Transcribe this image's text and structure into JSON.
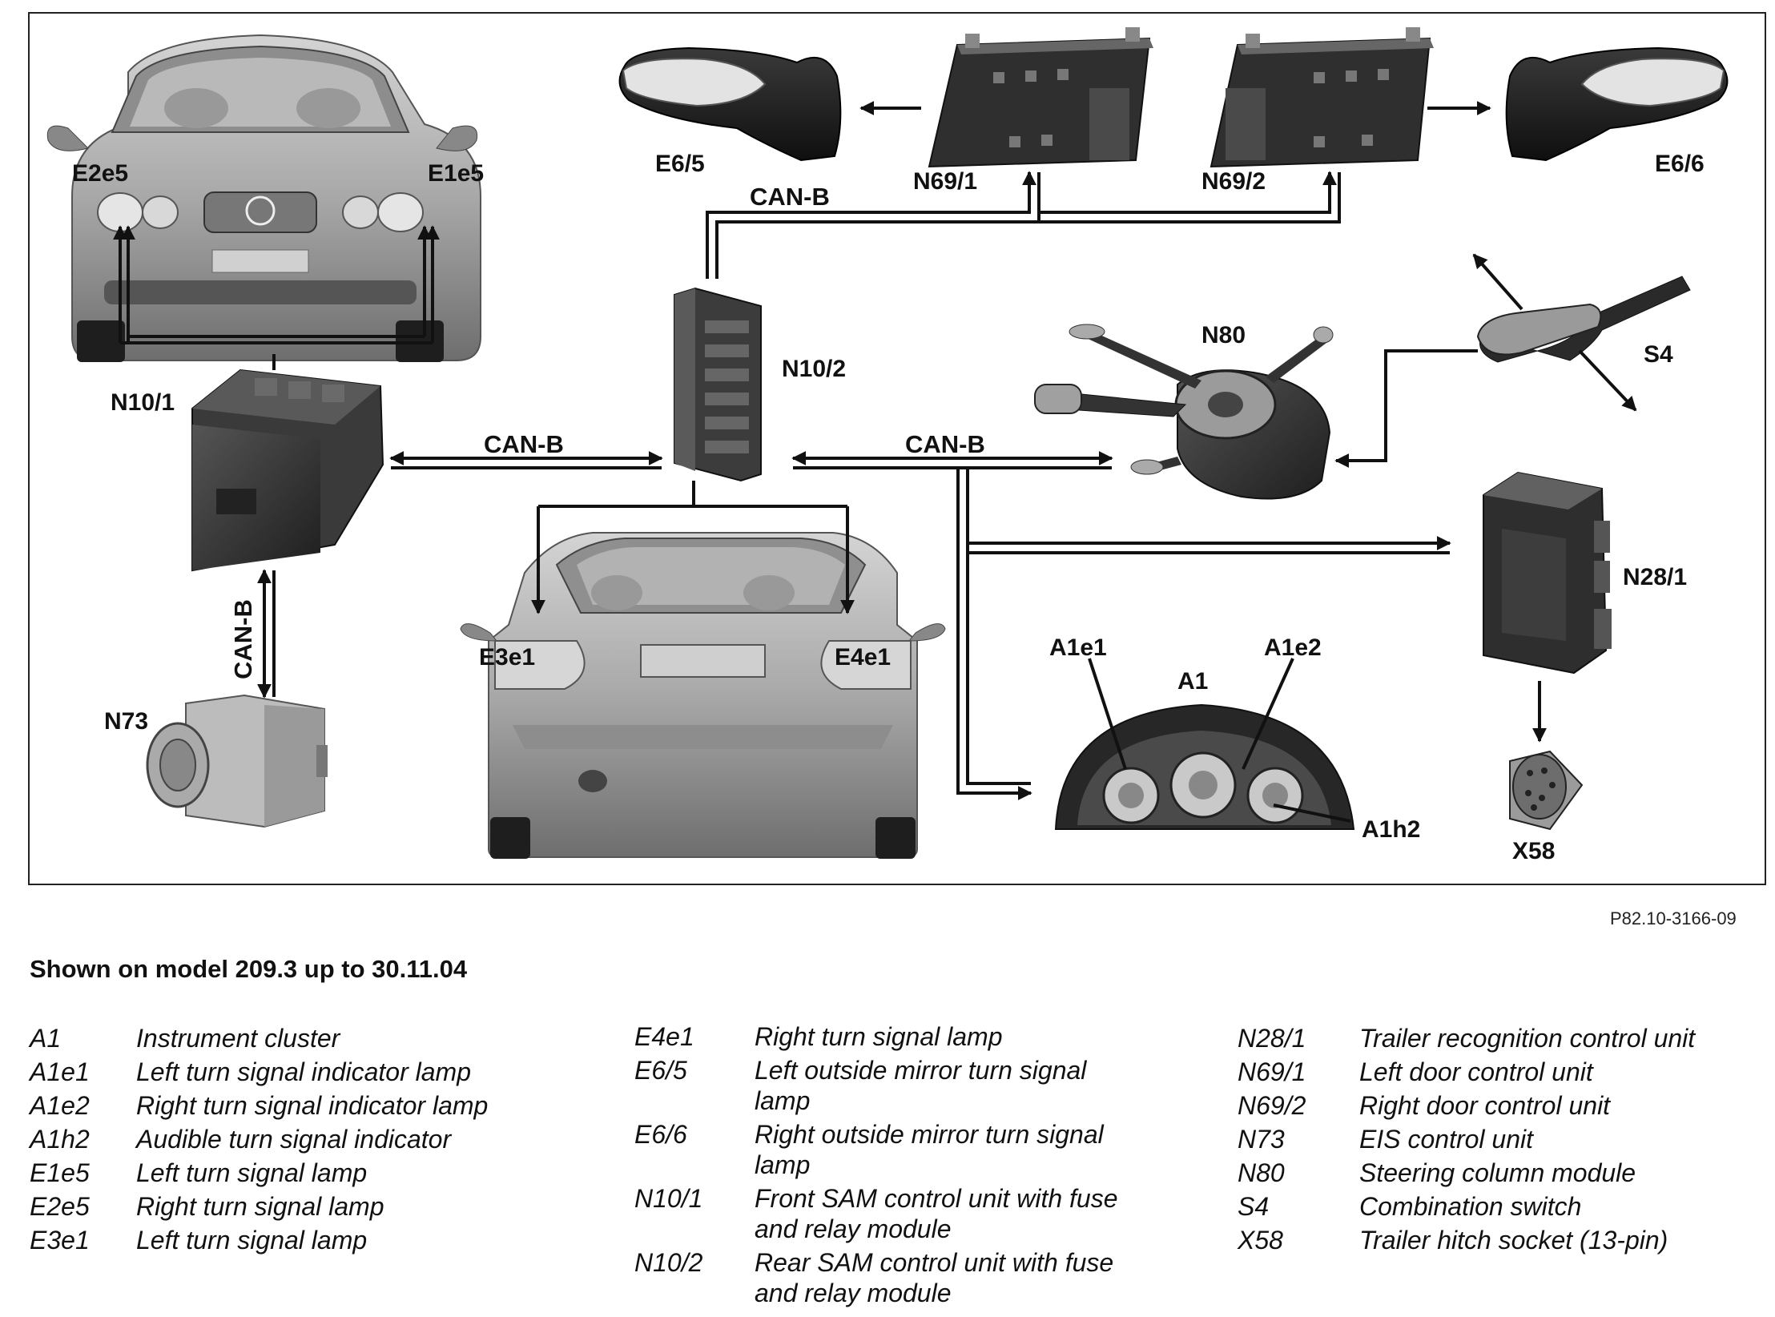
{
  "diagram": {
    "labels": {
      "e2e5": "E2e5",
      "e1e5": "E1e5",
      "n10_1": "N10/1",
      "n73": "N73",
      "e6_5": "E6/5",
      "n69_1": "N69/1",
      "n69_2": "N69/2",
      "e6_6": "E6/6",
      "n10_2": "N10/2",
      "n80": "N80",
      "s4": "S4",
      "n28_1": "N28/1",
      "e3e1": "E3e1",
      "e4e1": "E4e1",
      "a1e1": "A1e1",
      "a1e2": "A1e2",
      "a1": "A1",
      "a1h2": "A1h2",
      "x58": "X58"
    },
    "bus": {
      "top": "CAN-B",
      "left": "CAN-B",
      "right": "CAN-B",
      "vertical": "CAN-B"
    }
  },
  "reference": "P82.10-3166-09",
  "subtitle": "Shown on model 209.3 up to 30.11.04",
  "legend": {
    "col1": [
      {
        "code": "A1",
        "desc": "Instrument cluster"
      },
      {
        "code": "A1e1",
        "desc": "Left turn signal indicator lamp"
      },
      {
        "code": "A1e2",
        "desc": "Right turn signal indicator lamp"
      },
      {
        "code": "A1h2",
        "desc": "Audible turn signal indicator"
      },
      {
        "code": "E1e5",
        "desc": "Left turn signal lamp"
      },
      {
        "code": "E2e5",
        "desc": "Right turn signal lamp"
      },
      {
        "code": "E3e1",
        "desc": "Left turn signal lamp"
      }
    ],
    "col2": [
      {
        "code": "E4e1",
        "desc": "Right turn signal lamp"
      },
      {
        "code": "E6/5",
        "desc": "Left outside mirror turn signal lamp"
      },
      {
        "code": "E6/6",
        "desc": "Right outside mirror turn signal lamp"
      },
      {
        "code": "N10/1",
        "desc": "Front SAM control unit with fuse and relay module"
      },
      {
        "code": "N10/2",
        "desc": "Rear SAM control unit with fuse and relay module"
      }
    ],
    "col3": [
      {
        "code": "N28/1",
        "desc": "Trailer recognition control unit"
      },
      {
        "code": "N69/1",
        "desc": "Left door control unit"
      },
      {
        "code": "N69/2",
        "desc": "Right door control unit"
      },
      {
        "code": "N73",
        "desc": "EIS control unit"
      },
      {
        "code": "N80",
        "desc": "Steering column module"
      },
      {
        "code": "S4",
        "desc": "Combination switch"
      },
      {
        "code": "X58",
        "desc": "Trailer hitch socket (13-pin)"
      }
    ]
  }
}
